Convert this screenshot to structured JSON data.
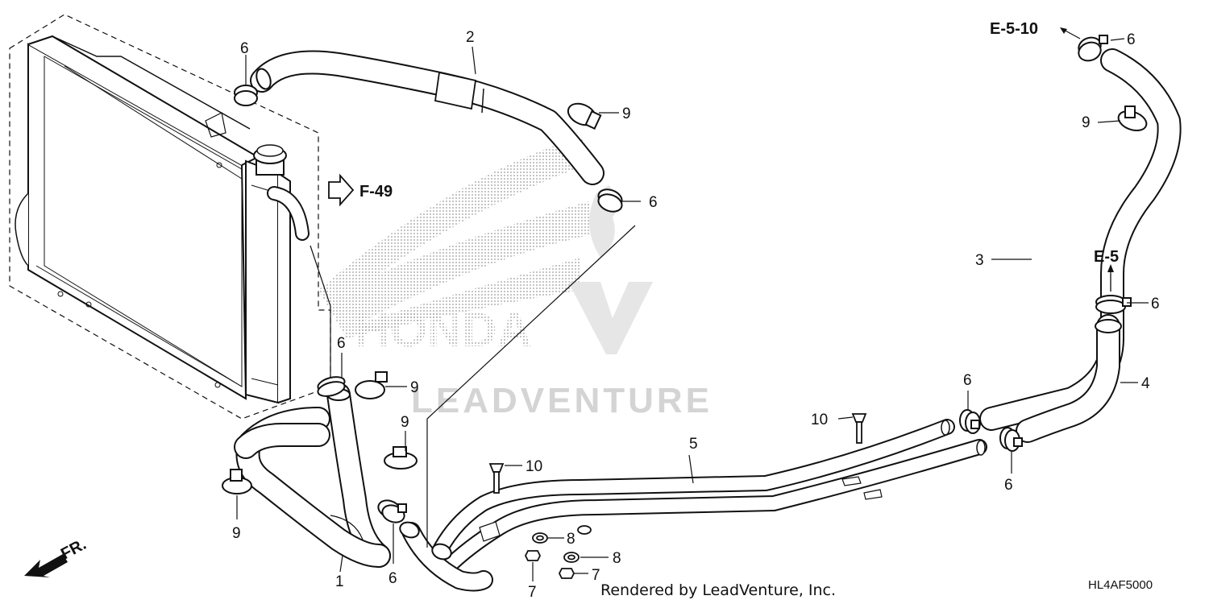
{
  "refs": {
    "top_right": "E-5-10",
    "middle": "F-49",
    "right": "E-5",
    "front": "FR."
  },
  "part_numbers": {
    "n1": "1",
    "n2": "2",
    "n3": "3",
    "n4": "4",
    "n5": "5",
    "n6": "6",
    "n7": "7",
    "n8": "8",
    "n9": "9",
    "n10": "10"
  },
  "watermark": {
    "brand": "HONDA",
    "vendor": "LEADVENTURE"
  },
  "footer": {
    "credit": "Rendered by LeadVenture, Inc.",
    "diagram_code": "HL4AF5000"
  },
  "colors": {
    "line": "#111111",
    "watermark_dots": "#9a9a9a",
    "watermark_text": "#d4d4d4"
  }
}
